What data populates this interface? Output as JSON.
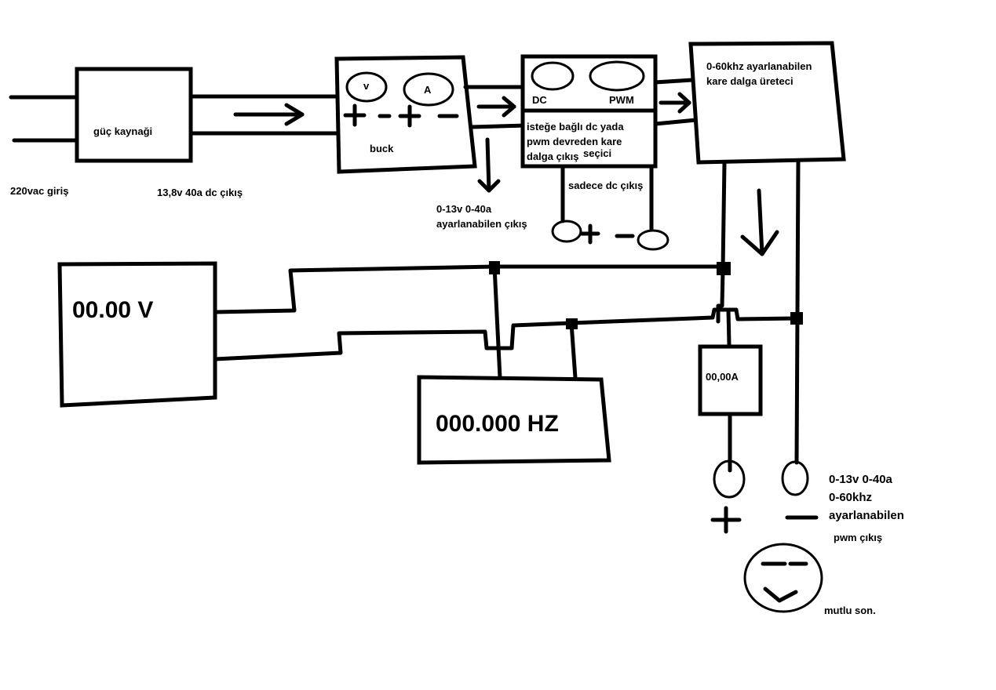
{
  "diagram": {
    "input_label": "220vac giriş",
    "psu_label": "güç kaynaği",
    "psu_output_label": "13,8v 40a dc çıkış",
    "buck": {
      "label": "buck",
      "voltmeter": "v",
      "ammeter": "A",
      "output_label_line1": "0-13v 0-40a",
      "output_label_line2": "ayarlanabilen çıkış"
    },
    "selector": {
      "dc_label": "DC",
      "pwm_label": "PWM",
      "desc_line1": "isteğe bağlı dc yada",
      "desc_line2": "pwm devreden kare",
      "desc_line3": "dalga çıkış",
      "desc_line4": "seçici",
      "dc_only_label": "sadece dc çıkış"
    },
    "generator": {
      "label_line1": "0-60khz ayarlanabilen",
      "label_line2": "kare dalga üreteci"
    },
    "voltmeter_display": "00.00 V",
    "frequency_display": "000.000 HZ",
    "ammeter_display": "00,00A",
    "output": {
      "line1": "0-13v 0-40a",
      "line2": "0-60khz",
      "line3": "ayarlanabilen",
      "line4": "pwm çıkış"
    },
    "ending_label": "mutlu son.",
    "plus_symbol": "+",
    "minus_symbol": "−"
  }
}
